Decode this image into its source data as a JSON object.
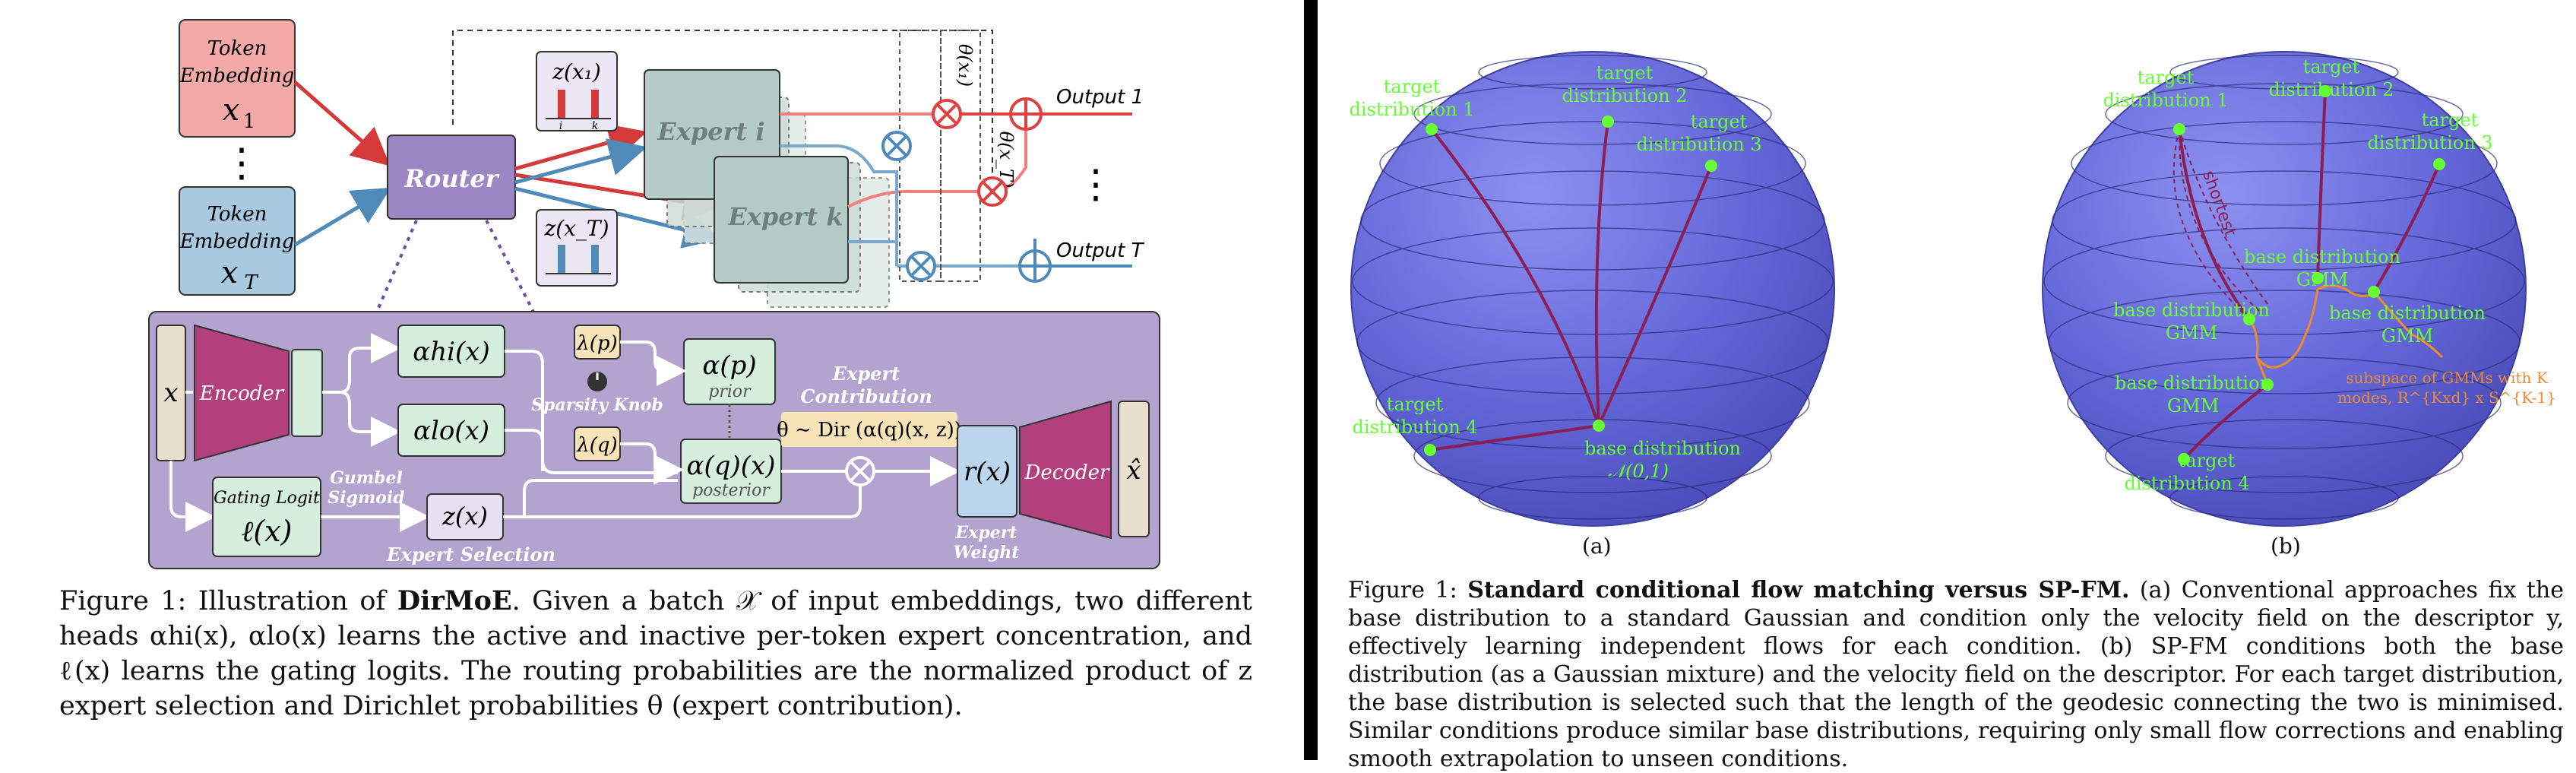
{
  "left_figure": {
    "token1": {
      "line1": "Token",
      "line2": "Embedding",
      "var": "x",
      "sub": "1"
    },
    "tokenT": {
      "line1": "Token",
      "line2": "Embedding",
      "var": "x",
      "sub": "T"
    },
    "dots": "⋮",
    "router_label": "Router",
    "z_x1": "z(x₁)",
    "z_xT": "z(x_T)",
    "z_ticks": {
      "i": "i",
      "k": "k"
    },
    "expert_i": "Expert i",
    "expert_k": "Expert k",
    "output1": "Output 1",
    "outputT": "Output T",
    "theta_x1": "θ(x₁)",
    "theta_xT": "θ(x_T)",
    "encoder": "Encoder",
    "decoder": "Decoder",
    "x_input": "x",
    "x_hat": "x̂",
    "alpha_hi": "αhi(x)",
    "alpha_lo": "αlo(x)",
    "lambda_p": "λ(p)",
    "lambda_q": "λ(q)",
    "sparsity_knob": "Sparsity Knob",
    "alpha_p": "α(p)",
    "alpha_p_sub": "prior",
    "alpha_q": "α(q)(x)",
    "alpha_q_sub": "posterior",
    "expert_contribution_1": "Expert",
    "expert_contribution_2": "Contribution",
    "theta_dir": "θ ∼ Dir (α(q)(x, z))",
    "gating_logit": "Gating Logit",
    "ell_x": "ℓ(x)",
    "gumbel_1": "Gumbel",
    "gumbel_2": "Sigmoid",
    "z_x": "z(x)",
    "expert_selection": "Expert Selection",
    "r_x": "r(x)",
    "expert_weight_1": "Expert",
    "expert_weight_2": "Weight",
    "otimes": "⊗",
    "oplus": "⊕"
  },
  "left_caption": {
    "fig": "Figure 1:",
    "intro": "Illustration of",
    "bold": "DirMoE",
    "body": ". Given a batch 𝒳 of input embeddings, two different heads αhi(x), αlo(x) learns the active and inactive per-token expert concentration, and ℓ(x) learns the gating logits. The routing probabilities are the normalized product of z expert selection and Dirichlet probabilities θ (expert contribution)."
  },
  "right_figure": {
    "a": {
      "labels": [
        {
          "l1": "target",
          "l2": "distribution 1"
        },
        {
          "l1": "target",
          "l2": "distribution 2"
        },
        {
          "l1": "target",
          "l2": "distribution 3"
        },
        {
          "l1": "target",
          "l2": "distribution 4"
        }
      ],
      "base_l1": "base distribution",
      "base_l2": "𝒩(0,1)",
      "sublabel": "(a)"
    },
    "b": {
      "labels": [
        {
          "l1": "target",
          "l2": "distribution 1"
        },
        {
          "l1": "target",
          "l2": "distribution 2"
        },
        {
          "l1": "target",
          "l2": "distribution 3"
        },
        {
          "l1": "target",
          "l2": "distribution 4"
        }
      ],
      "base_labels": [
        {
          "l1": "base distribution",
          "l2": "GMM"
        },
        {
          "l1": "base distribution",
          "l2": "GMM"
        },
        {
          "l1": "base distribution",
          "l2": "GMM"
        },
        {
          "l1": "base distribution",
          "l2": "GMM"
        }
      ],
      "shortest": "shortest",
      "subspace_1": "subspace of GMMs with K",
      "subspace_2": "modes, R^{Kxd} x S^{K-1}",
      "sublabel": "(b)"
    }
  },
  "right_caption": {
    "fig": "Figure 1:",
    "bold": "Standard conditional flow matching versus SP-FM.",
    "body": " (a) Conventional approaches fix the base distribution to a standard Gaussian and condition only the velocity field on the descriptor y, effectively learning independent flows for each condition. (b) SP-FM conditions both the base distribution (as a Gaussian mixture) and the velocity field on the descriptor. For each target distribution, the base distribution is selected such that the length of the geodesic connecting the two is minimised. Similar conditions produce similar base distributions, requiring only small flow corrections and enabling smooth extrapolation to unseen conditions."
  },
  "colors": {
    "token1_fill": "#f3a9a6",
    "tokenT_fill": "#a9c9e0",
    "router_fill": "#9c86c4",
    "panel_fill": "#b3a3cf",
    "expert_fill": "#b4cbc6",
    "red_line": "#e04040",
    "blue_line": "#4f8ab8",
    "sphere": "#6b6fe0",
    "green_dot": "#66ff33",
    "path": "#8b1f55"
  }
}
